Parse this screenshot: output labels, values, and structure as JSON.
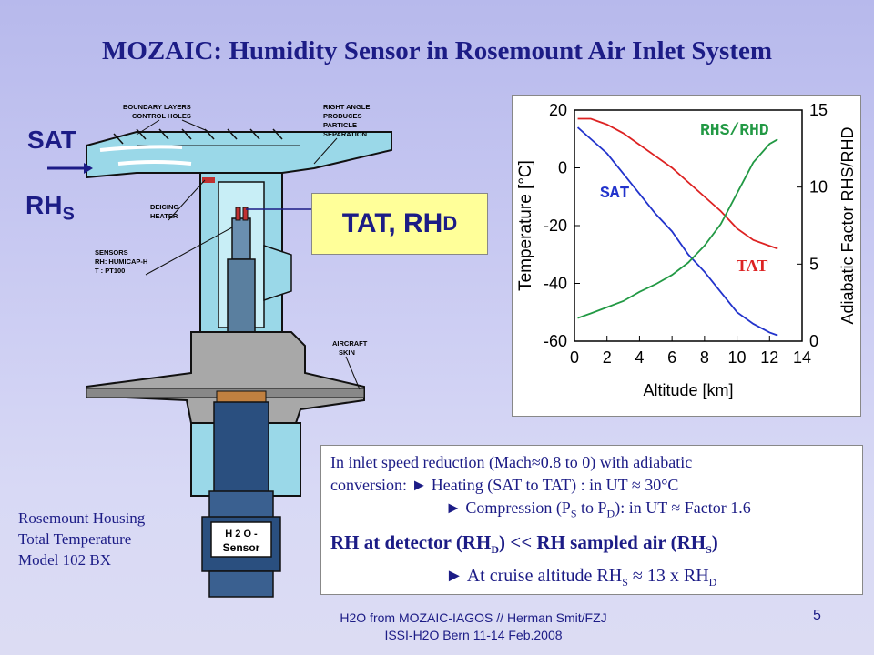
{
  "title": "MOZAIC: Humidity Sensor in Rosemount Air Inlet System",
  "diagram": {
    "sat_label": "SAT",
    "rhs_main": "RH",
    "rhs_sub": "S",
    "tat_box_main": "TAT,  RH",
    "tat_box_sub": "D",
    "labels": {
      "boundary": [
        "BOUNDARY LAYERS",
        "CONTROL HOLES"
      ],
      "right_angle": [
        "RIGHT ANGLE",
        "PRODUCES",
        "PARTICLE",
        "SEPARATION"
      ],
      "deicing": [
        "DEICING",
        "HEATER"
      ],
      "sensors": [
        "SENSORS",
        "RH: HUMICAP-H",
        "T   : PT100"
      ],
      "aircraft": [
        "AIRCRAFT",
        "SKIN"
      ],
      "sensor_tag_1": "H 2 O -",
      "sensor_tag_2": "Sensor"
    },
    "caption": [
      "Rosemount Housing",
      "Total Temperature",
      "Model 102 BX"
    ]
  },
  "chart_data": {
    "type": "line",
    "xlabel": "Altitude  [km]",
    "ylabel_left": "Temperature  [°C]",
    "ylabel_right": "Adiabatic Factor RHS/RHD",
    "x_ticks": [
      "0",
      "2",
      "4",
      "6",
      "8",
      "10",
      "12",
      "14"
    ],
    "y_left_ticks": [
      "20",
      "0",
      "-20",
      "-40",
      "-60"
    ],
    "y_right_ticks": [
      "15",
      "10",
      "5",
      "0"
    ],
    "xlim": [
      0,
      14
    ],
    "ylim_left": [
      -60,
      20
    ],
    "ylim_right": [
      0,
      15
    ],
    "series": [
      {
        "name": "SAT",
        "axis": "left",
        "color": "#2233cc",
        "x": [
          0.2,
          1,
          2,
          3,
          4,
          5,
          6,
          7,
          8,
          9,
          10,
          11,
          12,
          12.5
        ],
        "y": [
          14,
          10,
          5,
          -2,
          -9,
          -16,
          -22,
          -30,
          -36,
          -43,
          -50,
          -54,
          -57,
          -58
        ]
      },
      {
        "name": "TAT",
        "axis": "left",
        "color": "#dd2222",
        "x": [
          0.2,
          1,
          2,
          3,
          4,
          5,
          6,
          7,
          8,
          9,
          10,
          11,
          12,
          12.5
        ],
        "y": [
          17,
          17,
          15,
          12,
          8,
          4,
          0,
          -5,
          -10,
          -15,
          -21,
          -25,
          -27,
          -28
        ]
      },
      {
        "name": "RHS/RHD",
        "axis": "right",
        "color": "#229944",
        "x": [
          0.2,
          1,
          2,
          3,
          4,
          5,
          6,
          7,
          8,
          9,
          10,
          11,
          12,
          12.5
        ],
        "y": [
          1.5,
          1.8,
          2.2,
          2.6,
          3.2,
          3.7,
          4.3,
          5.1,
          6.2,
          7.6,
          9.6,
          11.6,
          12.8,
          13.1
        ]
      }
    ]
  },
  "info": {
    "line1": "In inlet speed reduction (Mach≈0.8 to 0) with adiabatic",
    "line2": "conversion: ► Heating (SAT to TAT) : in UT ≈ 30°C",
    "line3_a": "► Compression (P",
    "line3_b": "S",
    "line3_c": " to P",
    "line3_d": "D",
    "line3_e": "): in UT ≈ Factor 1.6",
    "line4_a": "RH at detector (RH",
    "line4_b": "D",
    "line4_c": ") << RH sampled air (RH",
    "line4_d": "S",
    "line4_e": ")",
    "line5_a": "► At cruise altitude RH",
    "line5_b": "S",
    "line5_c": " ≈ 13 x RH",
    "line5_d": "D"
  },
  "footer": {
    "line1": "H2O from MOZAIC-IAGOS // Herman Smit/FZJ",
    "line2": "ISSI-H2O Bern 11-14 Feb.2008"
  },
  "page_number": "5"
}
